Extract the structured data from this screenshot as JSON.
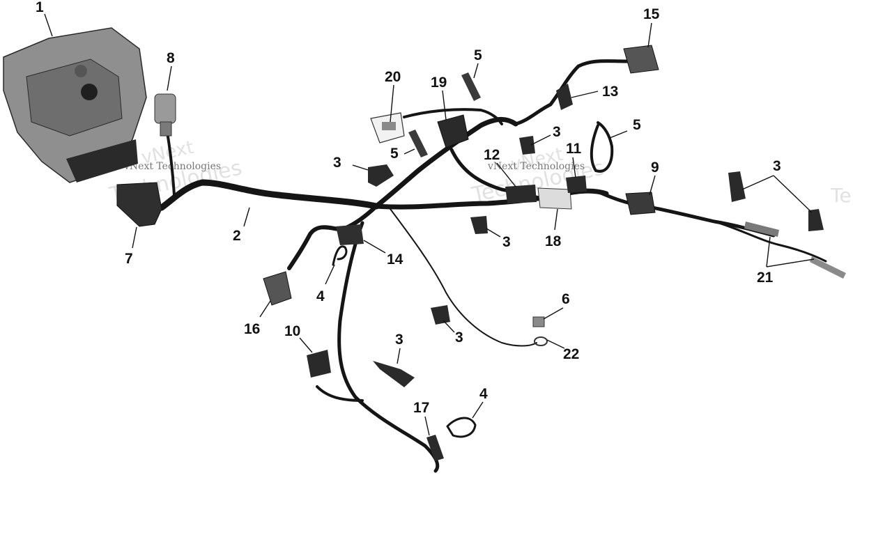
{
  "colors": {
    "background": "#ffffff",
    "wire": "#151515",
    "part_dark": "#2a2a2a",
    "part_grey": "#7a7a7a",
    "ecu_body": "#8f8f8f",
    "label": "#111111",
    "watermark": "#d8d8d8"
  },
  "watermark": {
    "text_small": "vNext Technologies",
    "text_big_top": "vNext",
    "text_big_bottom": "Technologies",
    "text_edge": "Te"
  },
  "callouts": [
    {
      "id": "c1",
      "text": "1"
    },
    {
      "id": "c2",
      "text": "2"
    },
    {
      "id": "c3a",
      "text": "3"
    },
    {
      "id": "c3b",
      "text": "3"
    },
    {
      "id": "c3c",
      "text": "3"
    },
    {
      "id": "c3d",
      "text": "3"
    },
    {
      "id": "c3e",
      "text": "3"
    },
    {
      "id": "c3f",
      "text": "3"
    },
    {
      "id": "c4a",
      "text": "4"
    },
    {
      "id": "c4b",
      "text": "4"
    },
    {
      "id": "c5a",
      "text": "5"
    },
    {
      "id": "c5b",
      "text": "5"
    },
    {
      "id": "c5c",
      "text": "5"
    },
    {
      "id": "c6",
      "text": "6"
    },
    {
      "id": "c7",
      "text": "7"
    },
    {
      "id": "c8",
      "text": "8"
    },
    {
      "id": "c9",
      "text": "9"
    },
    {
      "id": "c10",
      "text": "10"
    },
    {
      "id": "c11",
      "text": "11"
    },
    {
      "id": "c12",
      "text": "12"
    },
    {
      "id": "c13",
      "text": "13"
    },
    {
      "id": "c14",
      "text": "14"
    },
    {
      "id": "c15",
      "text": "15"
    },
    {
      "id": "c16",
      "text": "16"
    },
    {
      "id": "c17",
      "text": "17"
    },
    {
      "id": "c18",
      "text": "18"
    },
    {
      "id": "c19",
      "text": "19"
    },
    {
      "id": "c20",
      "text": "20"
    },
    {
      "id": "c21",
      "text": "21"
    },
    {
      "id": "c22",
      "text": "22"
    }
  ]
}
